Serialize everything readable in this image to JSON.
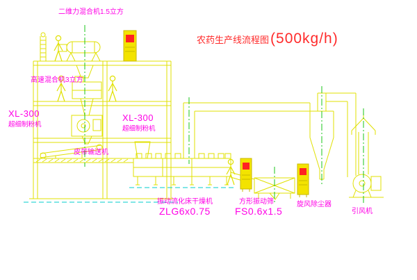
{
  "title": {
    "prefix": "农药生产线流程图",
    "capacity": "(500kg/h)"
  },
  "labels": {
    "mixer2d": "二维力混合机1.5立方",
    "high_speed_mixer": "高速混合机3立方",
    "mill_left_model": "XL-300",
    "mill_left_name": "超细制粉机",
    "mill_mid_model": "XL-300",
    "mill_mid_name": "超细制粉机",
    "belt_conveyor": "皮带输送机",
    "dryer_name": "振动流化床干燥机",
    "dryer_model": "ZLG6x0.75",
    "screen_name": "方形振动筛",
    "screen_model": "FS0.6x1.5",
    "cyclone_name": "旋风除尘器",
    "fan_name": "引风机"
  },
  "colors": {
    "line_yellow": "#e0e000",
    "label_magenta": "#ff00e6",
    "title_red": "#ff2a2a",
    "centerline_green": "#00c000",
    "ground_cyan": "#00cccc",
    "indicator_red": "#ff2222",
    "cabinet_yellow": "#f3e300"
  }
}
